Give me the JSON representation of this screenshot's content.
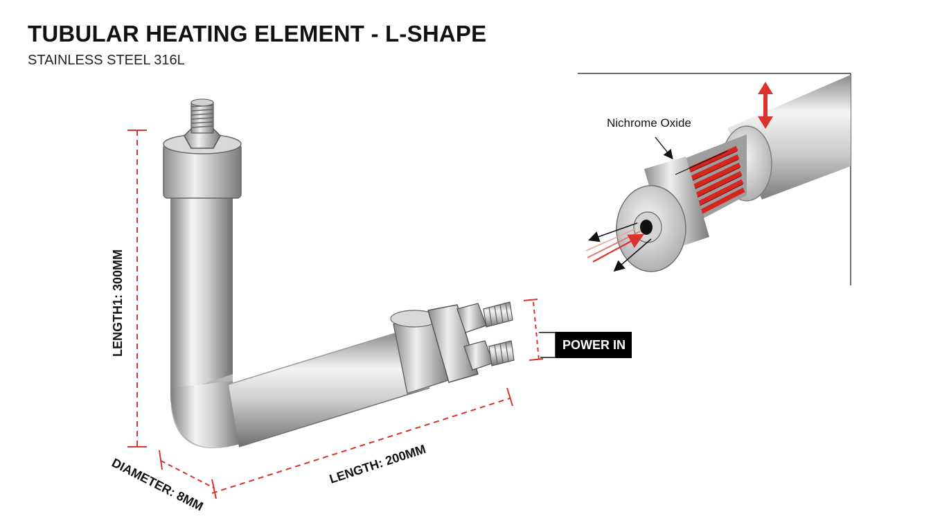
{
  "header": {
    "title": "TUBULAR HEATING ELEMENT - L-SHAPE",
    "subtitle": "STAINLESS STEEL 316L"
  },
  "dimensions": {
    "vertical_length": "LENGTH1: 300MM",
    "horizontal_length": "LENGTH: 200MM",
    "diameter": "DIAMETER: 8MM"
  },
  "labels": {
    "power_in": "POWER IN",
    "detail_callout": "Nichrome Oxide"
  },
  "colors": {
    "dimension_line": "#d9332b",
    "coil": "#d4261f",
    "arrow": "#d9332b",
    "power_badge": "#000000",
    "metal_light": "#f2f2f2",
    "metal_dark": "#8a8a8a"
  }
}
